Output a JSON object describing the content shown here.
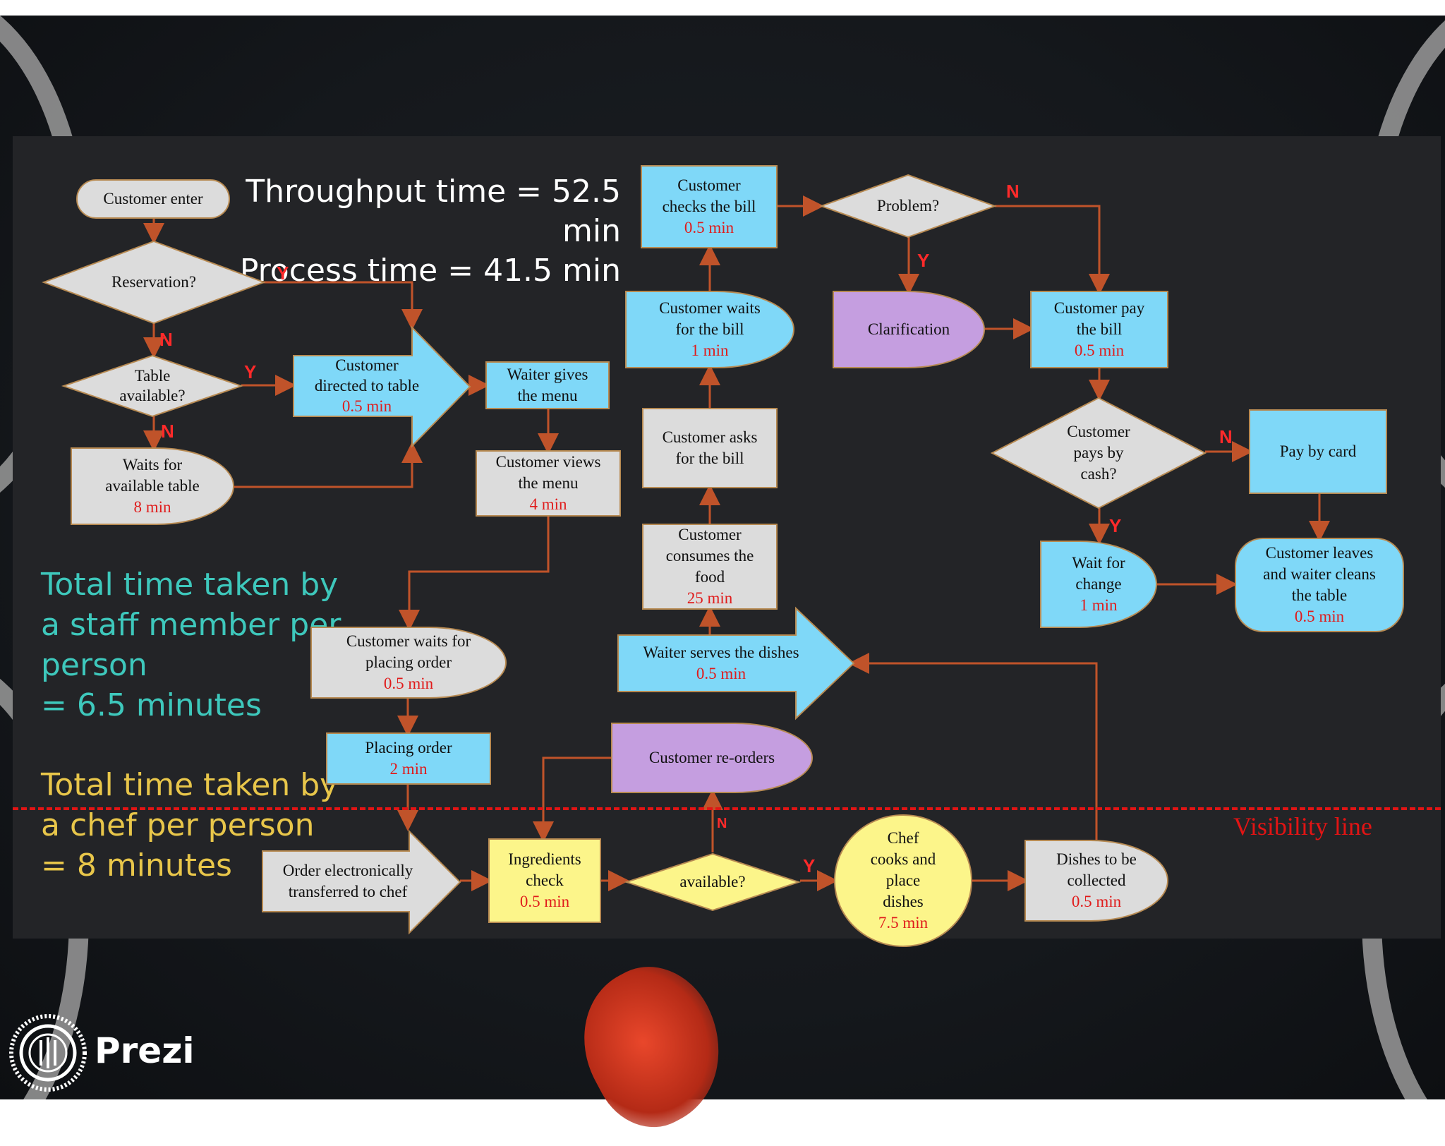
{
  "headline": {
    "throughput": "Throughput time = 52.5 min",
    "process": "Process time = 41.5 min"
  },
  "staff_total": {
    "lines": [
      "Total time taken by",
      "a staff member per",
      "person",
      "= 6.5 minutes"
    ],
    "color": "#3ec8bc"
  },
  "chef_total": {
    "lines": [
      "Total time taken by",
      "a chef per person",
      "= 8 minutes"
    ],
    "color": "#e8c64a"
  },
  "visibility_label": "Visibility line",
  "nodes": {
    "customer_enter": {
      "label": "Customer enter"
    },
    "reservation": {
      "label": "Reservation?"
    },
    "table_available": {
      "label": "Table\navailable?"
    },
    "waits_table": {
      "label": "Waits for\navailable table",
      "time": "8 min"
    },
    "directed_table": {
      "label": "Customer\ndirected to table",
      "time": "0.5 min"
    },
    "waiter_menu": {
      "label": "Waiter gives\nthe menu"
    },
    "views_menu": {
      "label": "Customer views\nthe menu",
      "time": "4 min"
    },
    "waits_order": {
      "label": "Customer waits for\nplacing order",
      "time": "0.5 min"
    },
    "placing_order": {
      "label": "Placing order",
      "time": "2 min"
    },
    "order_transferred": {
      "label": "Order electronically\ntransferred to chef"
    },
    "ingredients": {
      "label": "Ingredients\ncheck",
      "time": "0.5 min"
    },
    "available": {
      "label": "available?"
    },
    "reorders": {
      "label": "Customer re-orders"
    },
    "chef_cooks": {
      "label": "Chef\ncooks and\nplace\ndishes",
      "time": "7.5 min"
    },
    "dishes_collected": {
      "label": "Dishes to be\ncollected",
      "time": "0.5 min"
    },
    "waiter_serves": {
      "label": "Waiter serves the dishes",
      "time": "0.5 min"
    },
    "consumes_food": {
      "label": "Customer\nconsumes the\nfood",
      "time": "25 min"
    },
    "asks_bill": {
      "label": "Customer asks\nfor the bill"
    },
    "waits_bill": {
      "label": "Customer waits\nfor the bill",
      "time": "1 min"
    },
    "checks_bill": {
      "label": "Customer\nchecks the bill",
      "time": "0.5 min"
    },
    "problem": {
      "label": "Problem?"
    },
    "clarification": {
      "label": "Clarification"
    },
    "pay_bill": {
      "label": "Customer pay\nthe bill",
      "time": "0.5 min"
    },
    "pays_cash": {
      "label": "Customer\npays by\ncash?"
    },
    "pay_card": {
      "label": "Pay by card"
    },
    "wait_change": {
      "label": "Wait for\nchange",
      "time": "1 min"
    },
    "leaves": {
      "label": "Customer leaves\nand waiter cleans\nthe table",
      "time": "0.5 min"
    }
  },
  "branch_labels": {
    "reservation_yes": "Y",
    "reservation_no": "N",
    "table_yes": "Y",
    "table_no": "N",
    "problem_no": "N",
    "problem_yes": "Y",
    "cash_no": "N",
    "cash_yes": "Y",
    "available_no": "N",
    "available_yes": "Y"
  },
  "brand": {
    "name": "Prezi"
  },
  "colors": {
    "process_blue": "#7fd8f8",
    "process_grey": "#dcdcdc",
    "chef_yellow": "#fcf58a",
    "exception_purple": "#c59ee0",
    "connector": "#c0532a",
    "time_red": "#e01b1b",
    "visibility_red": "#e21414"
  }
}
